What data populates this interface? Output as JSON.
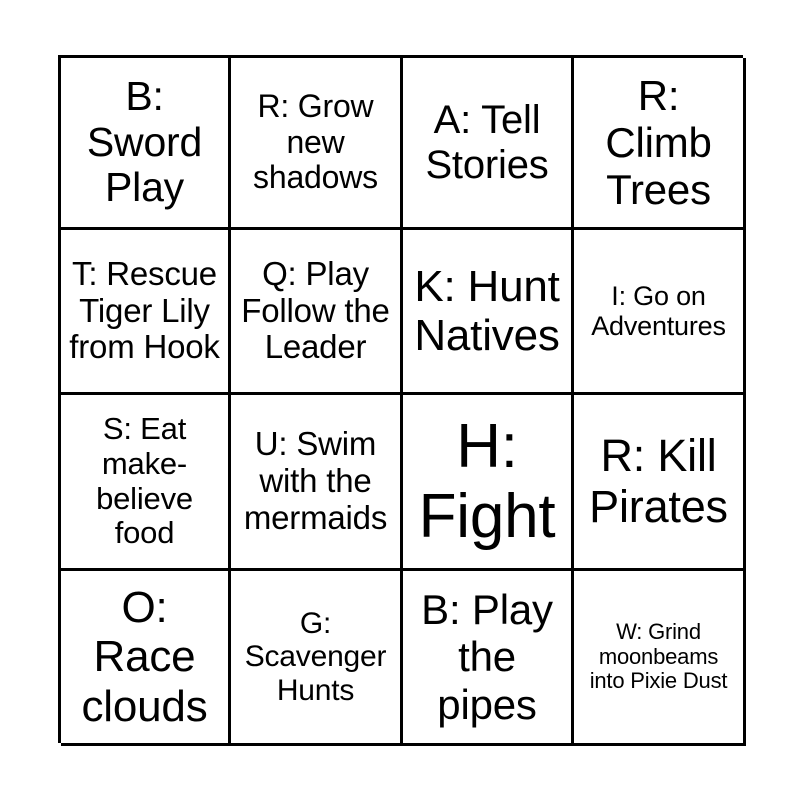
{
  "card": {
    "type": "bingo-card",
    "columns": 4,
    "rows": 4,
    "border_color": "#000000",
    "background_color": "#ffffff",
    "text_color": "#000000",
    "cells": [
      {
        "id": "r1c1",
        "row": 1,
        "col": 1,
        "letter": "B",
        "prompt": "Sword Play",
        "text": "B: Sword Play"
      },
      {
        "id": "r1c2",
        "row": 1,
        "col": 2,
        "letter": "R",
        "prompt": "Grow new shadows",
        "text": "R: Grow new shadows"
      },
      {
        "id": "r1c3",
        "row": 1,
        "col": 3,
        "letter": "A",
        "prompt": "Tell Stories",
        "text": "A: Tell Stories"
      },
      {
        "id": "r1c4",
        "row": 1,
        "col": 4,
        "letter": "R",
        "prompt": "Climb Trees",
        "text": "R: Climb Trees"
      },
      {
        "id": "r2c1",
        "row": 2,
        "col": 1,
        "letter": "T",
        "prompt": "Rescue Tiger Lily from Hook",
        "text": "T: Rescue Tiger Lily from Hook"
      },
      {
        "id": "r2c2",
        "row": 2,
        "col": 2,
        "letter": "Q",
        "prompt": "Play Follow the Leader",
        "text": "Q: Play Follow the Leader"
      },
      {
        "id": "r2c3",
        "row": 2,
        "col": 3,
        "letter": "K",
        "prompt": "Hunt Natives",
        "text": "K: Hunt Natives"
      },
      {
        "id": "r2c4",
        "row": 2,
        "col": 4,
        "letter": "I",
        "prompt": "Go on Adventures",
        "text": "I: Go on Adventures"
      },
      {
        "id": "r3c1",
        "row": 3,
        "col": 1,
        "letter": "S",
        "prompt": "Eat make-believe food",
        "text": "S: Eat make-believe food"
      },
      {
        "id": "r3c2",
        "row": 3,
        "col": 2,
        "letter": "U",
        "prompt": "Swim with the mermaids",
        "text": "U: Swim with the mermaids"
      },
      {
        "id": "r3c3",
        "row": 3,
        "col": 3,
        "letter": "H",
        "prompt": "Fight",
        "text": "H: Fight"
      },
      {
        "id": "r3c4",
        "row": 3,
        "col": 4,
        "letter": "R",
        "prompt": "Kill Pirates",
        "text": "R: Kill Pirates"
      },
      {
        "id": "r4c1",
        "row": 4,
        "col": 1,
        "letter": "O",
        "prompt": "Race clouds",
        "text": "O: Race clouds"
      },
      {
        "id": "r4c2",
        "row": 4,
        "col": 2,
        "letter": "G",
        "prompt": "Scavenger Hunts",
        "text": "G: Scavenger Hunts"
      },
      {
        "id": "r4c3",
        "row": 4,
        "col": 3,
        "letter": "B",
        "prompt": "Play the pipes",
        "text": "B: Play the pipes"
      },
      {
        "id": "r4c4",
        "row": 4,
        "col": 4,
        "letter": "W",
        "prompt": "Grind moonbeams into Pixie Dust",
        "text": "W: Grind moonbeams into Pixie Dust"
      }
    ]
  }
}
